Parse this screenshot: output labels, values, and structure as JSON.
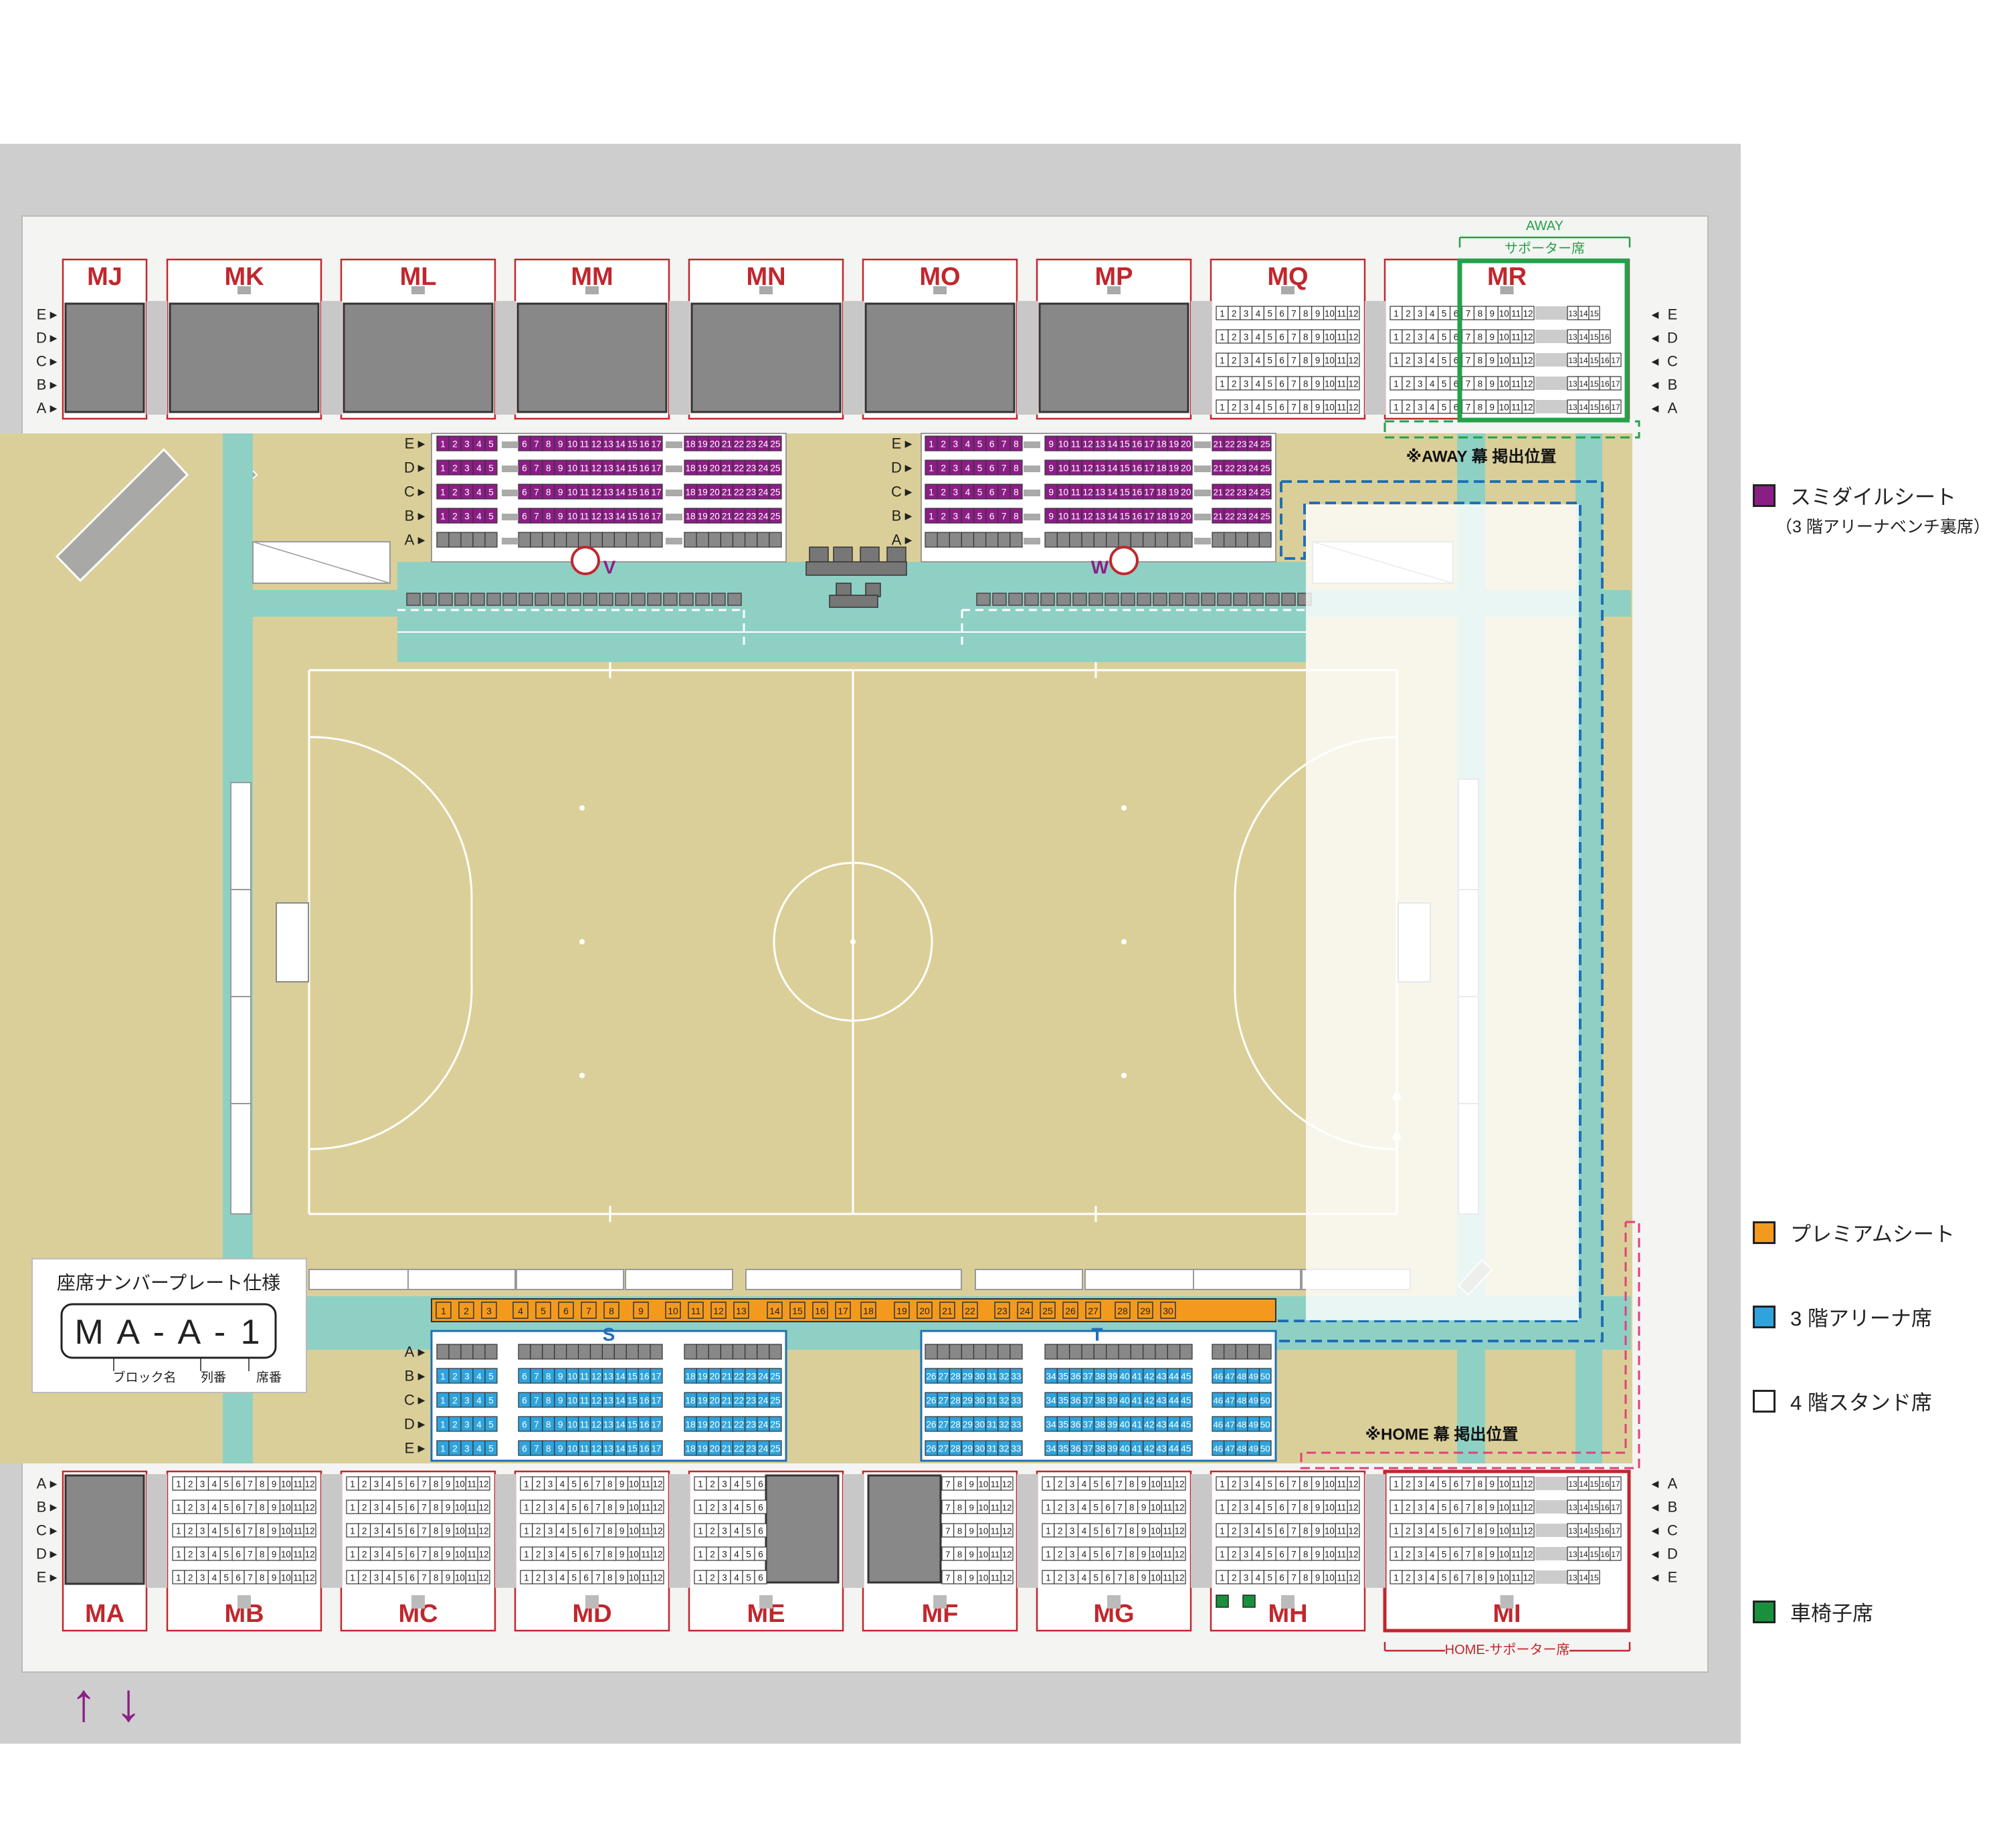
{
  "colors": {
    "surround": "#cdcecd",
    "floor": "#dbcf99",
    "teal": "#8fd0c5",
    "block_border": "#c0272d",
    "block_label": "#c0272d",
    "dark_seat": "#888888",
    "sumidairu": "#8b1e86",
    "premium": "#f39a1e",
    "arena3": "#2fa3dc",
    "stand4": "#ffffff",
    "wheelchair": "#1a8f3c",
    "away_accent": "#24a14a",
    "away_banner": "#1f6fb5",
    "home_banner": "#e0407a"
  },
  "upper_blocks": [
    {
      "label": "MJ",
      "fill": "dark"
    },
    {
      "label": "MK",
      "fill": "dark"
    },
    {
      "label": "ML",
      "fill": "dark"
    },
    {
      "label": "MM",
      "fill": "dark"
    },
    {
      "label": "MN",
      "fill": "dark"
    },
    {
      "label": "MO",
      "fill": "dark"
    },
    {
      "label": "MP",
      "fill": "dark"
    },
    {
      "label": "MQ",
      "fill": "seats",
      "seat_numbers": [
        "1",
        "2",
        "3",
        "4",
        "5",
        "6",
        "7",
        "8",
        "9",
        "10",
        "11",
        "12"
      ]
    },
    {
      "label": "MR",
      "fill": "seats",
      "seat_numbers": [
        "1",
        "2",
        "3",
        "4",
        "5",
        "6",
        "7",
        "8",
        "9",
        "10",
        "11",
        "12"
      ],
      "extra_numbers": [
        "13",
        "14",
        "15",
        "16",
        "17"
      ]
    }
  ],
  "lower_blocks": [
    {
      "label": "MA",
      "fill": "dark"
    },
    {
      "label": "MB",
      "fill": "seats",
      "seat_numbers": [
        "1",
        "2",
        "3",
        "4",
        "5",
        "6",
        "7",
        "8",
        "9",
        "10",
        "11",
        "12"
      ]
    },
    {
      "label": "MC",
      "fill": "seats",
      "seat_numbers": [
        "1",
        "2",
        "3",
        "4",
        "5",
        "6",
        "7",
        "8",
        "9",
        "10",
        "11",
        "12"
      ]
    },
    {
      "label": "MD",
      "fill": "seats",
      "seat_numbers": [
        "1",
        "2",
        "3",
        "4",
        "5",
        "6",
        "7",
        "8",
        "9",
        "10",
        "11",
        "12"
      ]
    },
    {
      "label": "ME",
      "fill": "partial-left",
      "seat_numbers": [
        "1",
        "2",
        "3",
        "4",
        "5",
        "6"
      ]
    },
    {
      "label": "MF",
      "fill": "partial-right",
      "seat_numbers": [
        "7",
        "8",
        "9",
        "10",
        "11",
        "12"
      ]
    },
    {
      "label": "MG",
      "fill": "seats",
      "seat_numbers": [
        "1",
        "2",
        "3",
        "4",
        "5",
        "6",
        "7",
        "8",
        "9",
        "10",
        "11",
        "12"
      ]
    },
    {
      "label": "MH",
      "fill": "seats",
      "seat_numbers": [
        "1",
        "2",
        "3",
        "4",
        "5",
        "6",
        "7",
        "8",
        "9",
        "10",
        "11",
        "12"
      ]
    },
    {
      "label": "MI",
      "fill": "seats",
      "seat_numbers": [
        "1",
        "2",
        "3",
        "4",
        "5",
        "6",
        "7",
        "8",
        "9",
        "10",
        "11",
        "12"
      ],
      "extra_numbers": [
        "13",
        "14",
        "15",
        "16",
        "17"
      ]
    }
  ],
  "upper_rows": [
    "E",
    "D",
    "C",
    "B",
    "A"
  ],
  "lower_rows": [
    "A",
    "B",
    "C",
    "D",
    "E"
  ],
  "arena_top_rows": [
    "E",
    "D",
    "C",
    "B",
    "A"
  ],
  "arena_bottom_rows": [
    "A",
    "B",
    "C",
    "D",
    "E"
  ],
  "arena_top_left_numbers": [
    "1",
    "2",
    "3",
    "4",
    "5",
    "6",
    "7",
    "8",
    "9",
    "10",
    "11",
    "12",
    "13",
    "14",
    "15",
    "16",
    "17",
    "18",
    "19",
    "20",
    "21",
    "22",
    "23",
    "24",
    "25"
  ],
  "arena_top_right_numbers": [
    "1",
    "2",
    "3",
    "4",
    "5",
    "6",
    "7",
    "8",
    "9",
    "10",
    "11",
    "12",
    "13",
    "14",
    "15",
    "16",
    "17",
    "18",
    "19",
    "20",
    "21",
    "22",
    "23",
    "24",
    "25"
  ],
  "arena_bottom_left_numbers": [
    "1",
    "2",
    "3",
    "4",
    "5",
    "6",
    "7",
    "8",
    "9",
    "10",
    "11",
    "12",
    "13",
    "14",
    "15",
    "16",
    "17",
    "18",
    "19",
    "20",
    "21",
    "22",
    "23",
    "24",
    "25"
  ],
  "arena_bottom_right_numbers": [
    "26",
    "27",
    "28",
    "29",
    "30",
    "31",
    "32",
    "33",
    "34",
    "35",
    "36",
    "37",
    "38",
    "39",
    "40",
    "41",
    "42",
    "43",
    "44",
    "45",
    "46",
    "47",
    "48",
    "49",
    "50"
  ],
  "premium_numbers": [
    "1",
    "2",
    "3",
    "4",
    "5",
    "6",
    "7",
    "8",
    "9",
    "10",
    "11",
    "12",
    "13",
    "14",
    "15",
    "16",
    "17",
    "18",
    "19",
    "20",
    "21",
    "22",
    "23",
    "24",
    "25",
    "26",
    "27",
    "28",
    "29",
    "30"
  ],
  "bench_labels": {
    "left": "V",
    "right": "W"
  },
  "section_labels": {
    "left": "S",
    "right": "T"
  },
  "away": {
    "title": "AWAY",
    "subtitle": "サポーター席",
    "banner": "※AWAY 幕 掲出位置"
  },
  "home": {
    "banner": "※HOME 幕 掲出位置",
    "subtitle": "HOME-サポーター席"
  },
  "plate": {
    "title": "座席ナンバープレート仕様",
    "example": "M A - A - 1",
    "parts": [
      "ブロック名",
      "列番",
      "席番"
    ]
  },
  "arrows": {
    "up": "↑",
    "down": "↓"
  },
  "legend": {
    "sumidairu": {
      "label": "スミダイルシート",
      "sub": "（3 階アリーナベンチ裏席）"
    },
    "premium": {
      "label": "プレミアムシート"
    },
    "arena3": {
      "label": "3 階アリーナ席"
    },
    "stand4": {
      "label": "4 階スタンド席"
    },
    "wheelchair": {
      "label": "車椅子席"
    }
  }
}
